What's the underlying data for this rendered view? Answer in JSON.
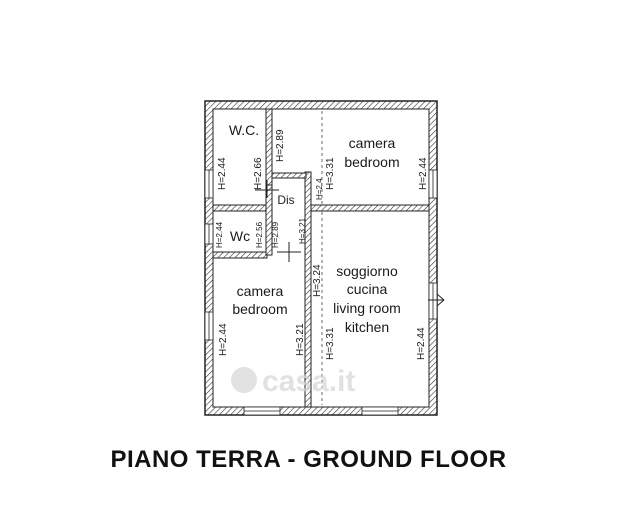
{
  "caption": "PIANO TERRA - GROUND FLOOR",
  "watermark": "casa.it",
  "rooms": {
    "wc_top": "W.C.",
    "bedroom_top_line1": "camera",
    "bedroom_top_line2": "bedroom",
    "dis": "Dis",
    "wc_small": "Wc",
    "bedroom_left_line1": "camera",
    "bedroom_left_line2": "bedroom",
    "living_line1": "soggiorno",
    "living_line2": "cucina",
    "living_line3": "living room",
    "living_line4": "kitchen"
  },
  "heights": {
    "wc_top_left": "H=2.44",
    "wc_top_inner": "H=2.66",
    "corridor_top": "H=2.89",
    "bedroom_top_a": "H=3.31",
    "bedroom_top_b": "H=2.4",
    "bedroom_top_right": "H=2.44",
    "wc_small_left": "H=2.44",
    "wc_small_a": "H=2.56",
    "wc_small_b": "H=2.89",
    "corridor_small": "H=3.21",
    "living_a": "H=3.24",
    "bedroom_left_left": "H=2.44",
    "bedroom_left_right": "H=3.21",
    "living_left": "H=3.31",
    "living_right": "H=2.44"
  }
}
